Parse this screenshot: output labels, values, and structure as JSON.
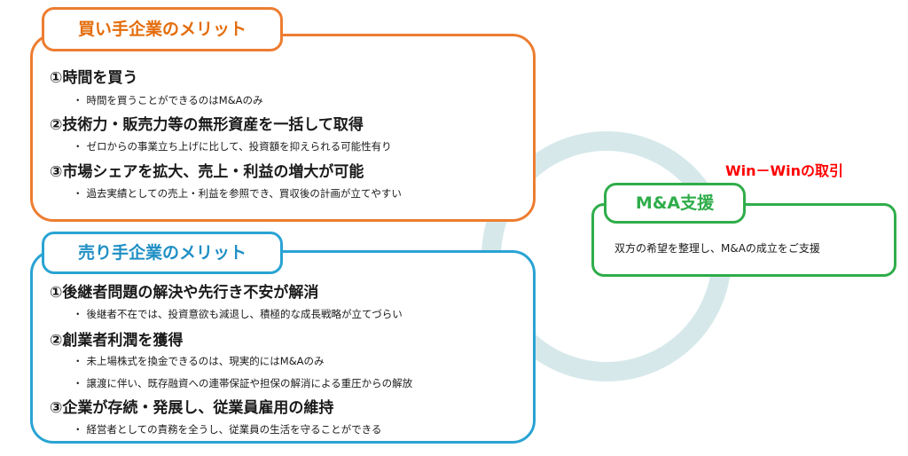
{
  "buyer": {
    "title": "買い手企業のメリット",
    "items": [
      {
        "heading": "①時間を買う",
        "bullets": [
          "時間を買うことができるのはM&Aのみ"
        ]
      },
      {
        "heading": "②技術力・販売力等の無形資産を一括して取得",
        "bullets": [
          "ゼロからの事業立ち上げに比して、投資額を抑えられる可能性有り"
        ]
      },
      {
        "heading": "③市場シェアを拡大、売上・利益の増大が可能",
        "bullets": [
          "過去実績としての売上・利益を参照でき、買収後の計画が立てやすい"
        ]
      }
    ]
  },
  "seller": {
    "title": "売り手企業のメリット",
    "items": [
      {
        "heading": "①後継者問題の解決や先行き不安が解消",
        "bullets": [
          "後継者不在では、投資意欲も減退し、積極的な成長戦略が立てづらい"
        ]
      },
      {
        "heading": "②創業者利潤を獲得",
        "bullets": [
          "未上場株式を換金できるのは、現実的にはM&Aのみ",
          "譲渡に伴い、既存融資への連帯保証や担保の解消による重圧からの解放"
        ]
      },
      {
        "heading": "③企業が存続・発展し、従業員雇用の維持",
        "bullets": [
          "経営者としての責務を全うし、従業員の生活を守ることができる"
        ]
      }
    ]
  },
  "winwin_label": "Win－Winの取引",
  "support": {
    "title": "M&A支援",
    "description": "双方の希望を整理し、M&Aの成立をご支援"
  },
  "colors": {
    "buyer": "#ed7d31",
    "seller": "#29a3d3",
    "support": "#2fad4a",
    "winwin": "#ff0000",
    "ring": "#d6e8ea"
  }
}
